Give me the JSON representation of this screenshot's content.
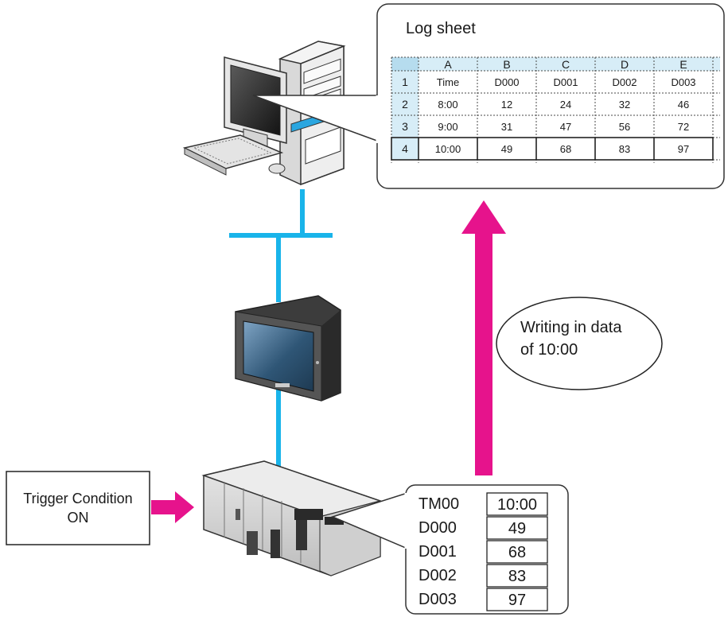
{
  "log_sheet": {
    "title": "Log sheet",
    "columns": [
      "A",
      "B",
      "C",
      "D",
      "E"
    ],
    "rows": [
      {
        "num": "1",
        "cells": [
          "Time",
          "D000",
          "D001",
          "D002",
          "D003"
        ]
      },
      {
        "num": "2",
        "cells": [
          "8:00",
          "12",
          "24",
          "32",
          "46"
        ]
      },
      {
        "num": "3",
        "cells": [
          "9:00",
          "31",
          "47",
          "56",
          "72"
        ]
      },
      {
        "num": "4",
        "cells": [
          "10:00",
          "49",
          "68",
          "83",
          "97"
        ]
      }
    ]
  },
  "callout": {
    "line1": "Writing in data",
    "line2": "of 10:00"
  },
  "trigger": {
    "line1": "Trigger Condition",
    "line2": "ON"
  },
  "device_values": [
    {
      "name": "TM00",
      "value": "10:00"
    },
    {
      "name": "D000",
      "value": "49"
    },
    {
      "name": "D001",
      "value": "68"
    },
    {
      "name": "D002",
      "value": "83"
    },
    {
      "name": "D003",
      "value": "97"
    }
  ],
  "colors": {
    "network_line": "#19b4ea",
    "data_arrow": "#e6138c",
    "trigger_arrow": "#e6138c",
    "header_fill": "#d7edf7",
    "lcd_screen": "#3d5f7f"
  }
}
